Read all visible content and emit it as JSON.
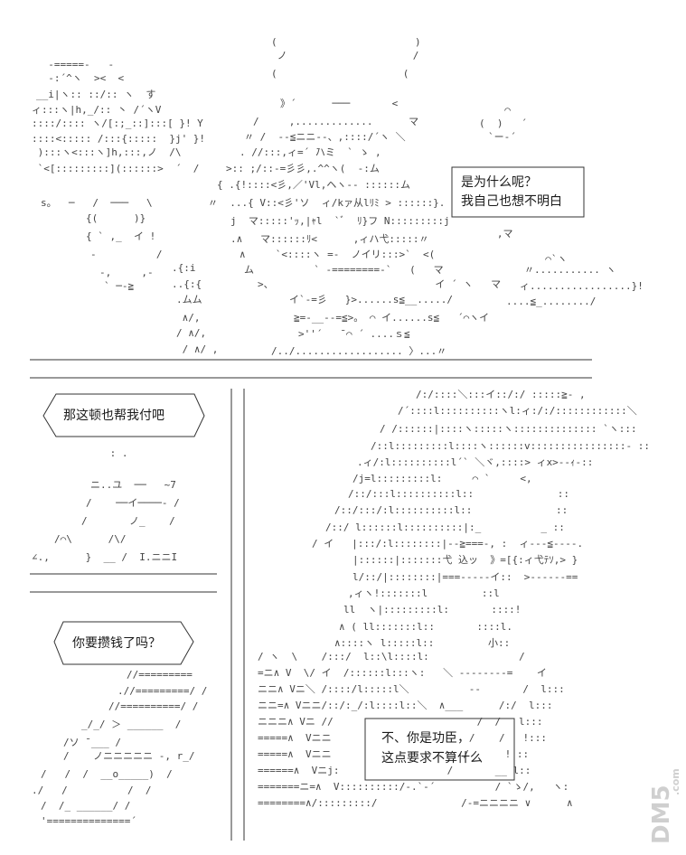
{
  "bubbles": {
    "why": [
      "是为什么呢？",
      "我自己也想不明白"
    ],
    "pay": "那这顿也帮我付吧",
    "money": "你要攒钱了吗？",
    "merit": [
      "不、你是功臣，",
      "这点要求不算什么"
    ]
  },
  "watermark": {
    "brand": "DM5",
    "domain": ".com"
  }
}
